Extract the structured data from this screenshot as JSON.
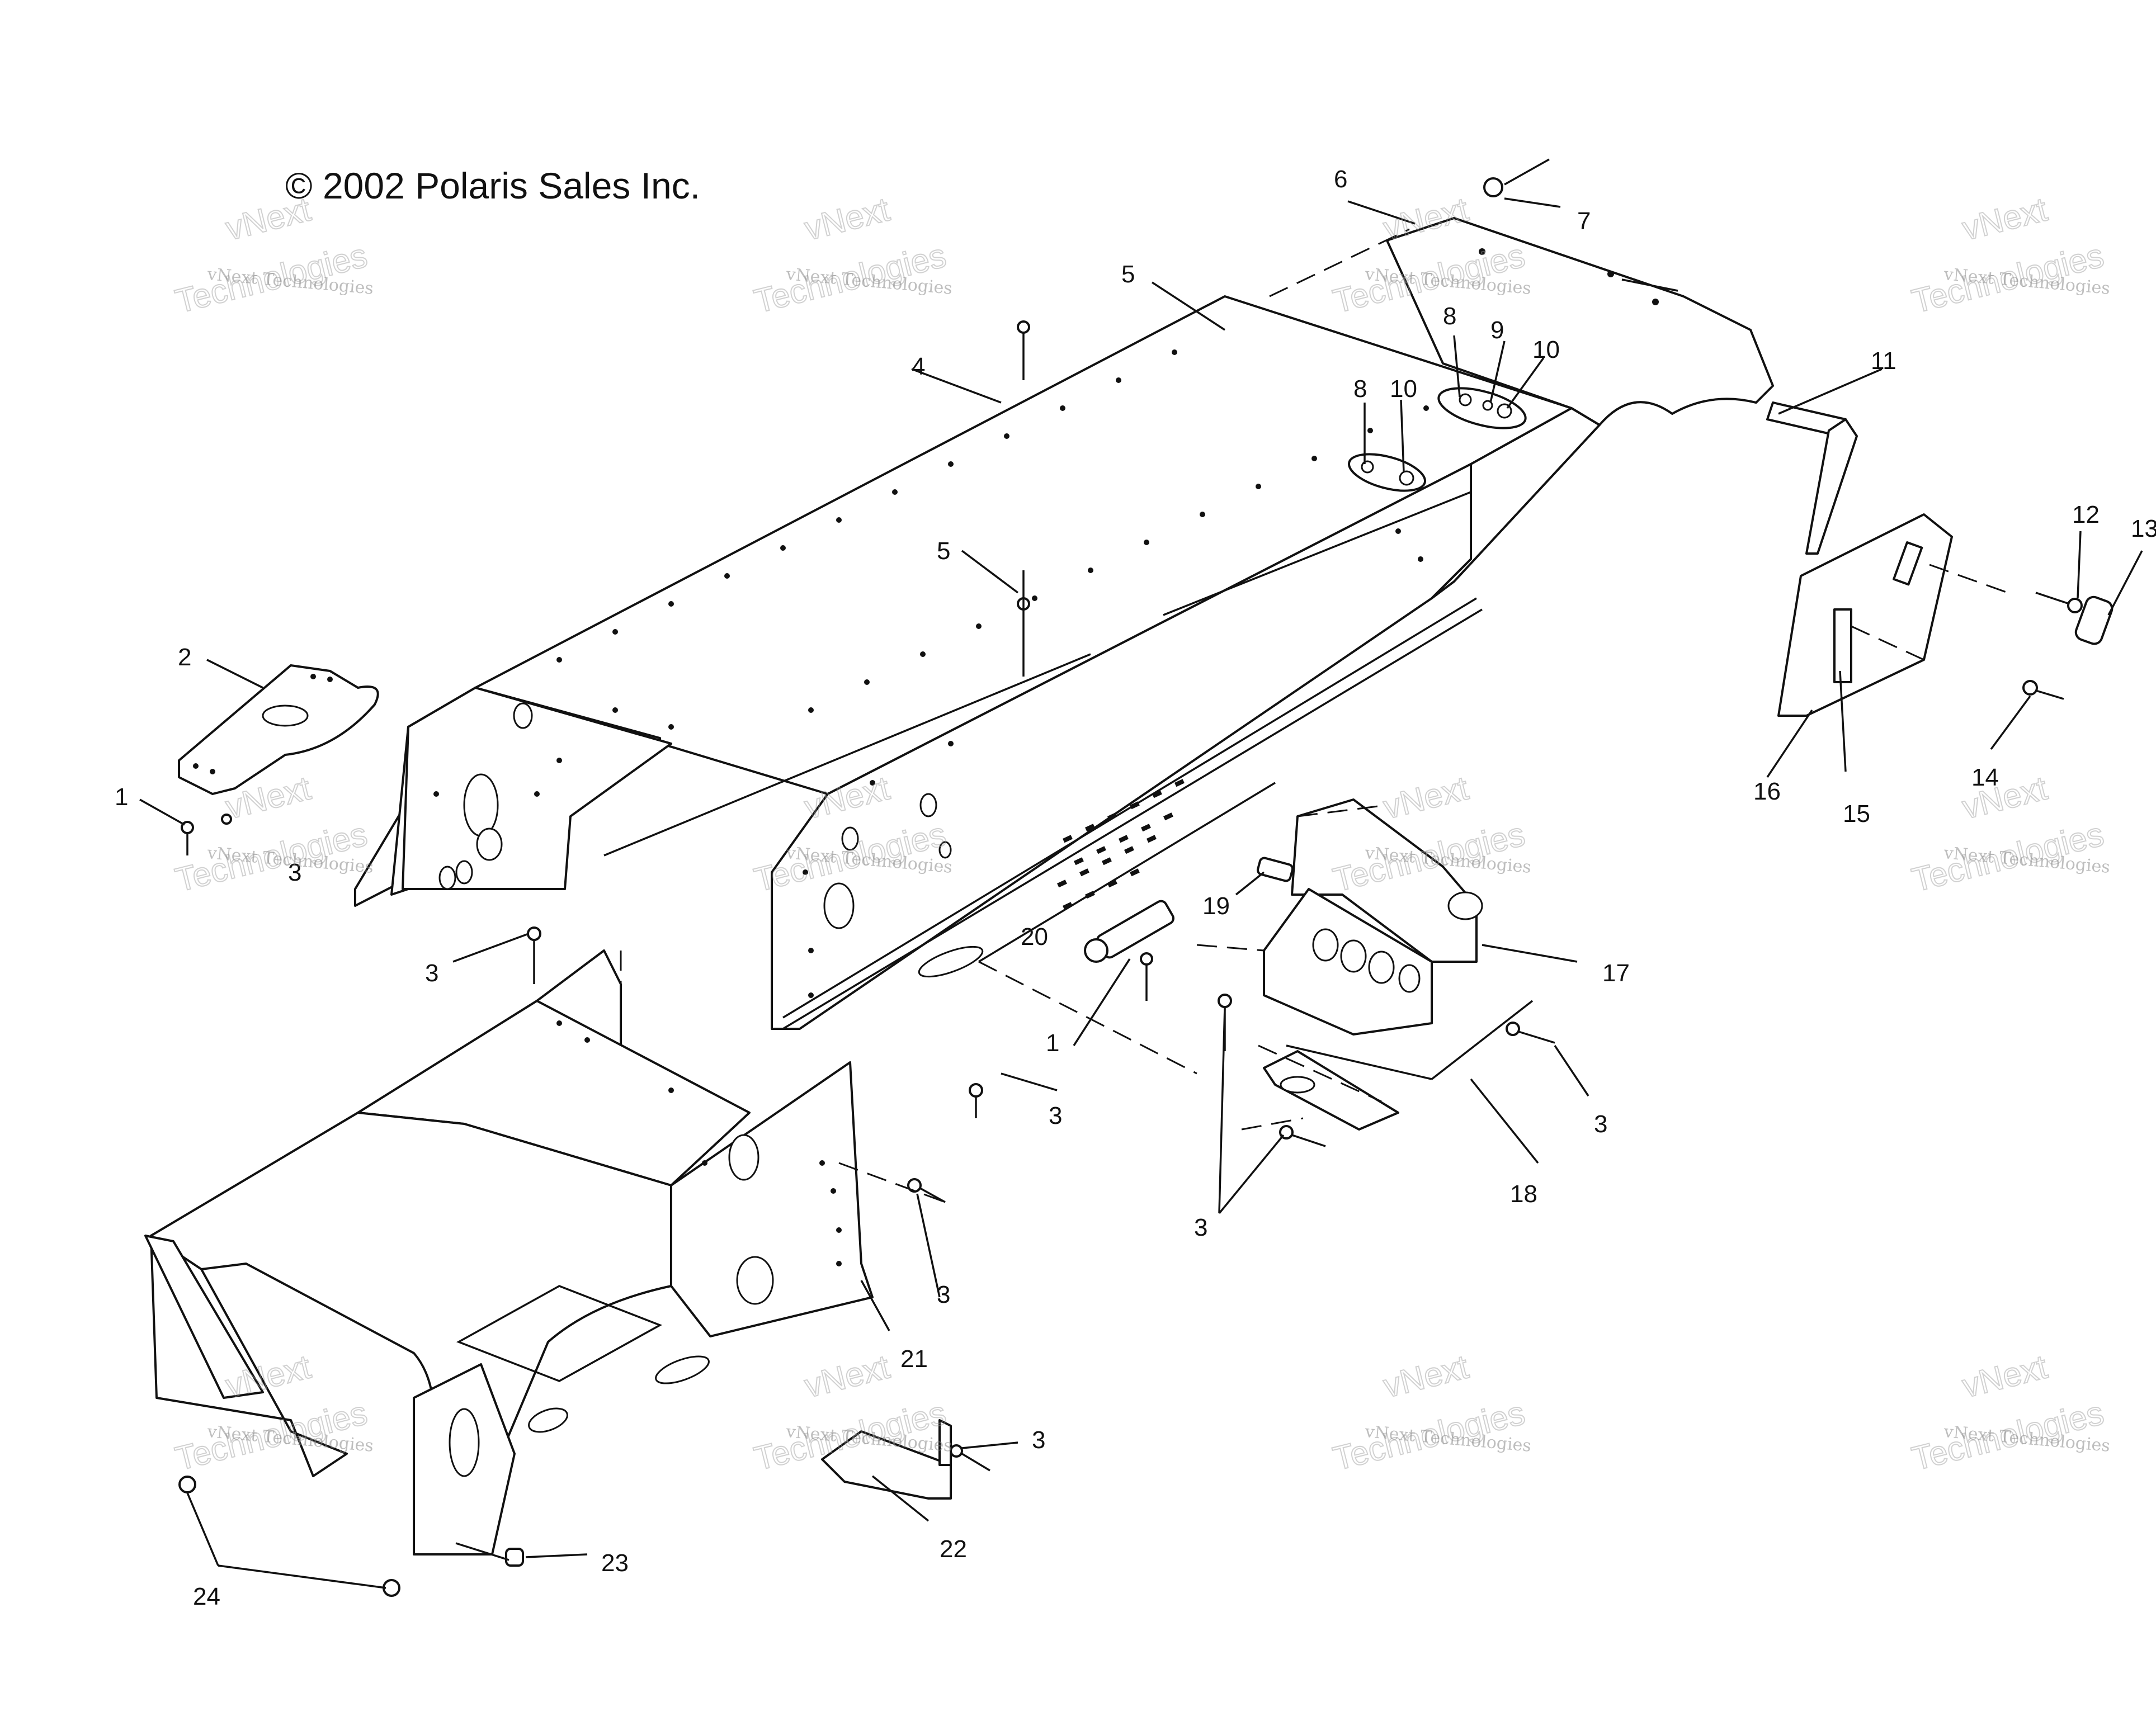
{
  "copyright": "© 2002 Polaris Sales Inc.",
  "watermark": {
    "line1": "vNext Technologies",
    "line2": "vNext",
    "line3": "Technologies"
  },
  "callouts": {
    "c1a": "1",
    "c1b": "1",
    "c2": "2",
    "c3a": "3",
    "c3b": "3",
    "c3c": "3",
    "c3d": "3",
    "c3e": "3",
    "c3f": "3",
    "c3g": "3",
    "c4": "4",
    "c5a": "5",
    "c5b": "5",
    "c6": "6",
    "c7": "7",
    "c8a": "8",
    "c8b": "8",
    "c9": "9",
    "c10a": "10",
    "c10b": "10",
    "c11": "11",
    "c12": "12",
    "c13": "13",
    "c14": "14",
    "c15": "15",
    "c16": "16",
    "c17": "17",
    "c18": "18",
    "c19": "19",
    "c20": "20",
    "c21": "21",
    "c22": "22",
    "c23": "23",
    "c24": "24"
  }
}
